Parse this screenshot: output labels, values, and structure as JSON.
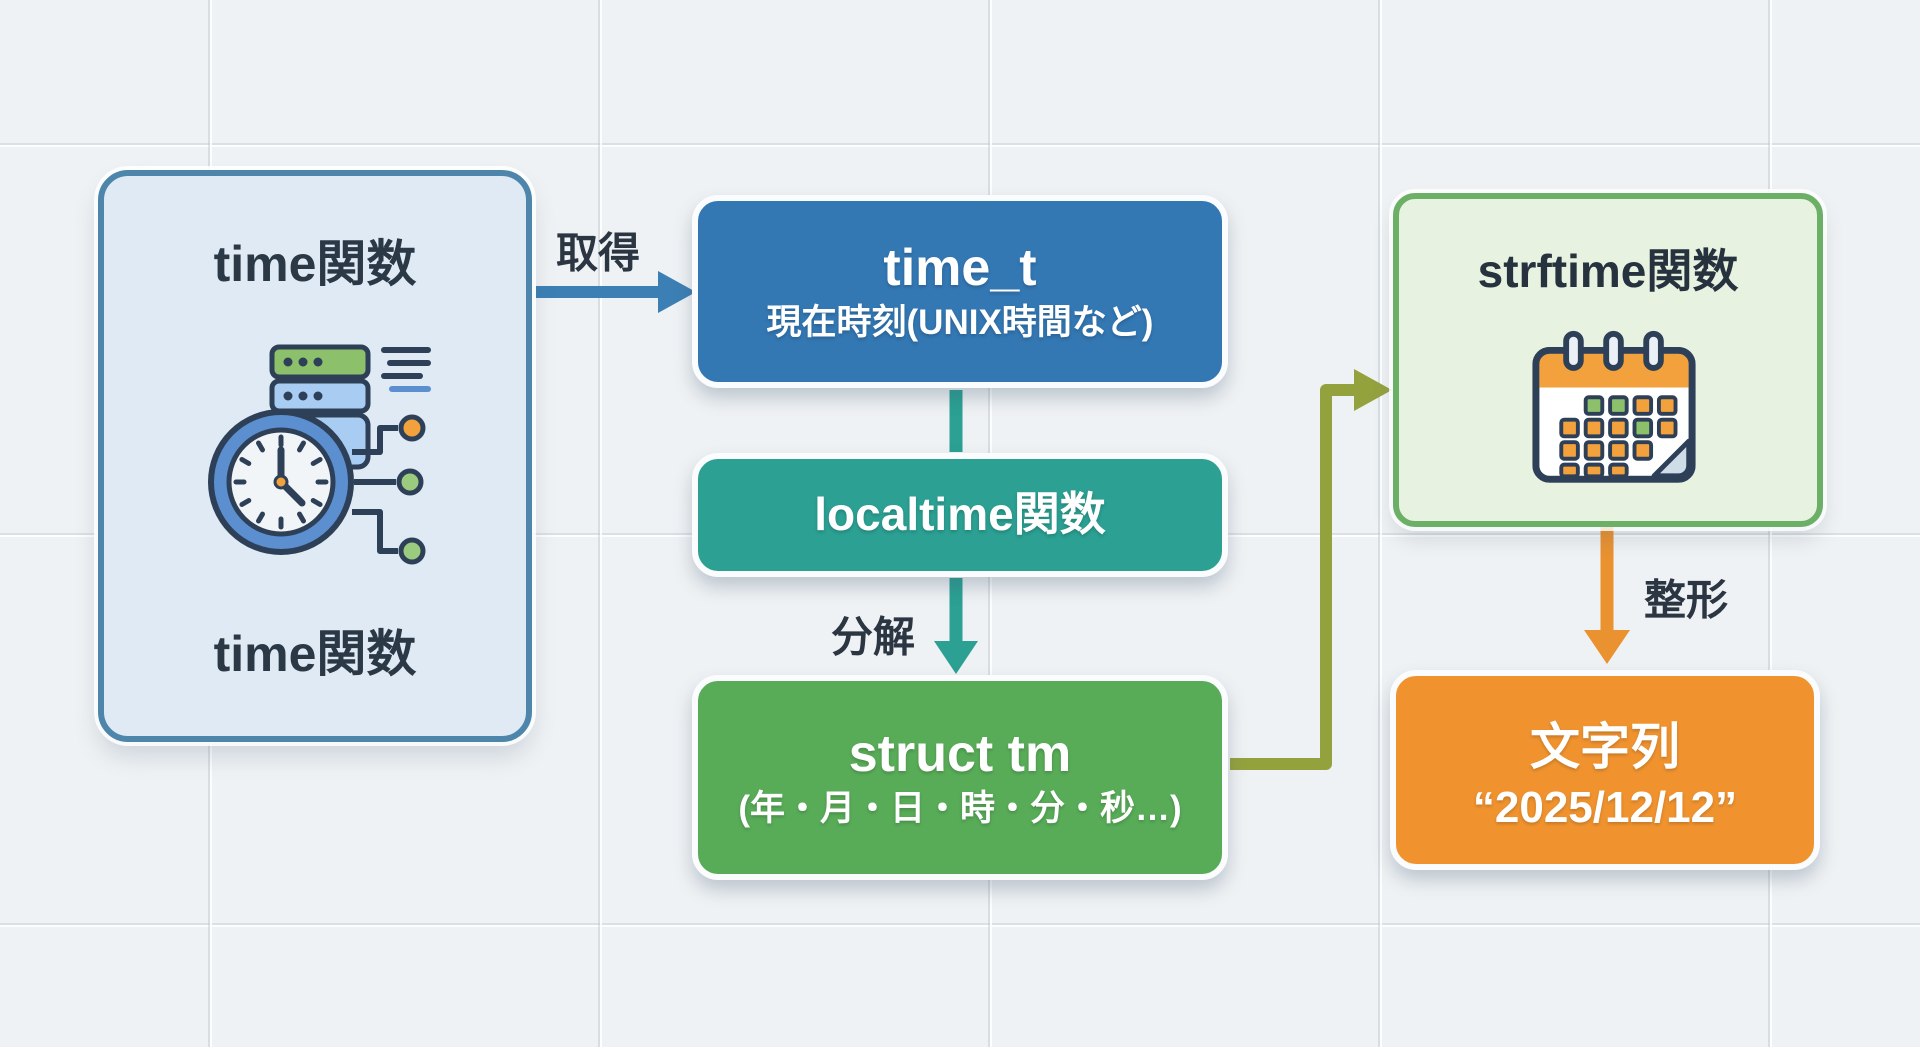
{
  "nodes": {
    "source": {
      "title": "time関数",
      "caption": "time関数",
      "icon": "server-clock-circuit-icon"
    },
    "time_t": {
      "title": "time_t",
      "subtitle": "現在時刻(UNIX時間など)"
    },
    "localtime": {
      "label": "localtime関数"
    },
    "struct_tm": {
      "title": "struct tm",
      "subtitle": "(年・月・日・時・分・秒…)"
    },
    "strftime": {
      "title": "strftime関数",
      "icon": "calendar-icon"
    },
    "result": {
      "title": "文字列",
      "subtitle": "“2025/12/12”"
    }
  },
  "edges": {
    "acquire": {
      "label": "取得",
      "color": "#3c7fb4",
      "from": "source",
      "to": "time_t"
    },
    "to_localtime": {
      "color": "#2ba093",
      "from": "time_t",
      "to": "localtime"
    },
    "decompose": {
      "label": "分解",
      "color": "#2ba093",
      "from": "localtime",
      "to": "struct_tm"
    },
    "to_strftime": {
      "color": "#94a23e",
      "from": "struct_tm",
      "to": "strftime"
    },
    "format": {
      "label": "整形",
      "color": "#ea9130",
      "from": "strftime",
      "to": "result"
    }
  },
  "colors": {
    "background": "#eff2f4",
    "source_fill": "#dfeaf4",
    "source_border": "#4e86ab",
    "time_t_fill": "#3377b3",
    "localtime_fill": "#2ba093",
    "struct_tm_fill": "#58ac58",
    "strftime_fill": "#e7f2e1",
    "strftime_border": "#6caf67",
    "result_fill": "#f0932f",
    "heading_text": "#2b3845",
    "edge_label_text": "#2b3642",
    "box_text": "#ffffff",
    "icon_outline": "#2e4057",
    "icon_orange": "#f2a13c",
    "icon_green": "#8cc06a",
    "icon_blue": "#5b8fd0"
  }
}
